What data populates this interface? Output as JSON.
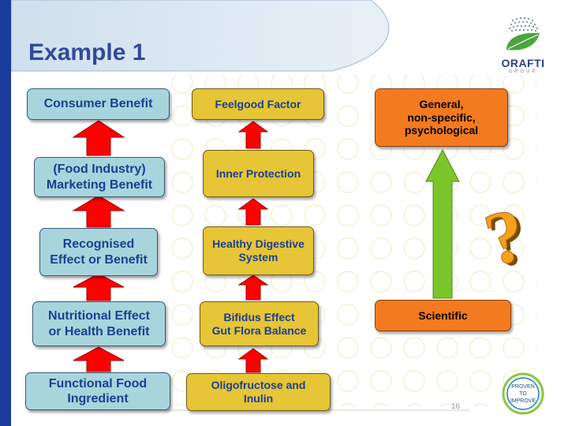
{
  "slide": {
    "title": "Example 1",
    "page_number": "16"
  },
  "logo": {
    "brand": "ORAFTI",
    "sub": "GROUP",
    "badge_lines": [
      "PROVEN",
      "TO",
      "IMPROVE"
    ]
  },
  "left_column": [
    "Consumer Benefit",
    "(Food Industry)\nMarketing Benefit",
    "Recognised\nEffect or Benefit",
    "Nutritional Effect\nor Health Benefit",
    "Functional Food\nIngredient"
  ],
  "middle_column": [
    "Feelgood Factor",
    "Inner Protection",
    "Healthy Digestive\nSystem",
    "Bifidus Effect\nGut Flora Balance",
    "Oligofructose and\nInulin"
  ],
  "right_column": {
    "top": "General,\nnon-specific,\npsychological",
    "bottom": "Scientific",
    "question_mark": "?"
  },
  "colors": {
    "blue_box": "#a8d5dc",
    "yellow_box": "#e6c536",
    "orange_box": "#f47a1f",
    "red_arrow": "#ff0000",
    "green_arrow": "#7cc62c",
    "title": "#2f4a9a"
  }
}
